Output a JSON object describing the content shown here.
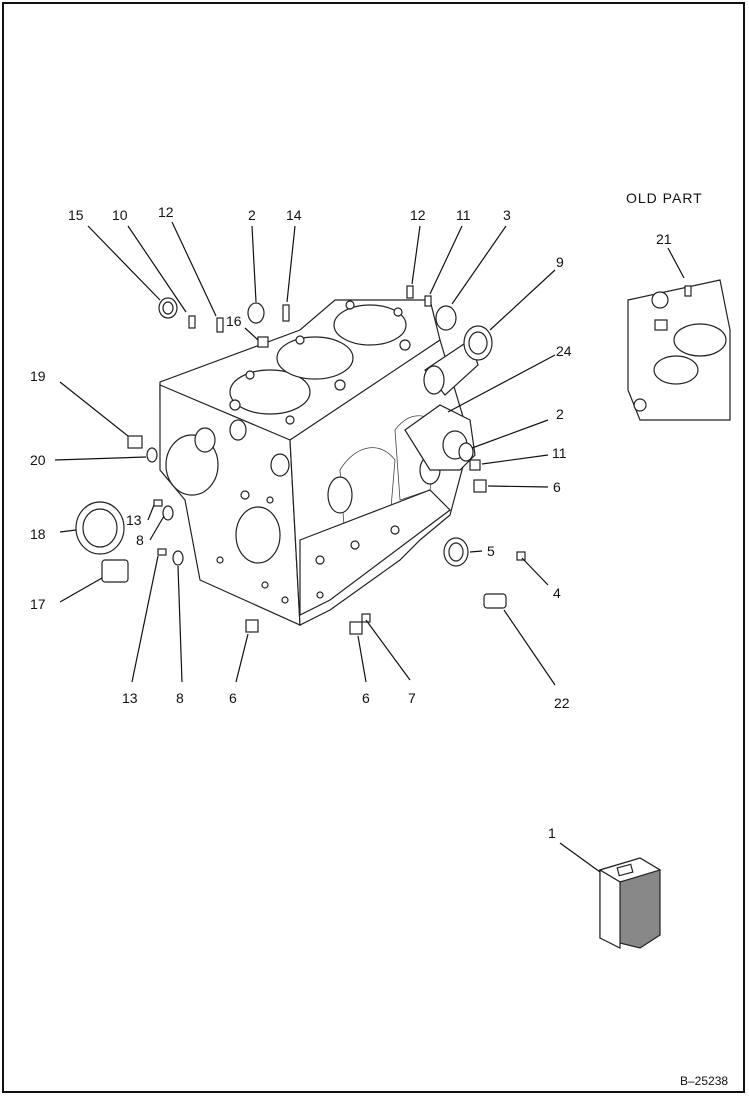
{
  "figure_ref": "B–25238",
  "old_part_label": "OLD PART",
  "callouts": [
    {
      "id": "c15",
      "text": "15"
    },
    {
      "id": "c10",
      "text": "10"
    },
    {
      "id": "c12a",
      "text": "12"
    },
    {
      "id": "c2a",
      "text": "2"
    },
    {
      "id": "c14",
      "text": "14"
    },
    {
      "id": "c12b",
      "text": "12"
    },
    {
      "id": "c11a",
      "text": "11"
    },
    {
      "id": "c3",
      "text": "3"
    },
    {
      "id": "c9",
      "text": "9"
    },
    {
      "id": "c16",
      "text": "16"
    },
    {
      "id": "c24",
      "text": "24"
    },
    {
      "id": "c19",
      "text": "19"
    },
    {
      "id": "c2b",
      "text": "2"
    },
    {
      "id": "c11b",
      "text": "11"
    },
    {
      "id": "c20",
      "text": "20"
    },
    {
      "id": "c6a",
      "text": "6"
    },
    {
      "id": "c13a",
      "text": "13"
    },
    {
      "id": "c8a",
      "text": "8"
    },
    {
      "id": "c18",
      "text": "18"
    },
    {
      "id": "c5",
      "text": "5"
    },
    {
      "id": "c4",
      "text": "4"
    },
    {
      "id": "c17",
      "text": "17"
    },
    {
      "id": "c13b",
      "text": "13"
    },
    {
      "id": "c8b",
      "text": "8"
    },
    {
      "id": "c6b",
      "text": "6"
    },
    {
      "id": "c6c",
      "text": "6"
    },
    {
      "id": "c7",
      "text": "7"
    },
    {
      "id": "c22",
      "text": "22"
    },
    {
      "id": "c21",
      "text": "21"
    },
    {
      "id": "c1",
      "text": "1"
    }
  ]
}
